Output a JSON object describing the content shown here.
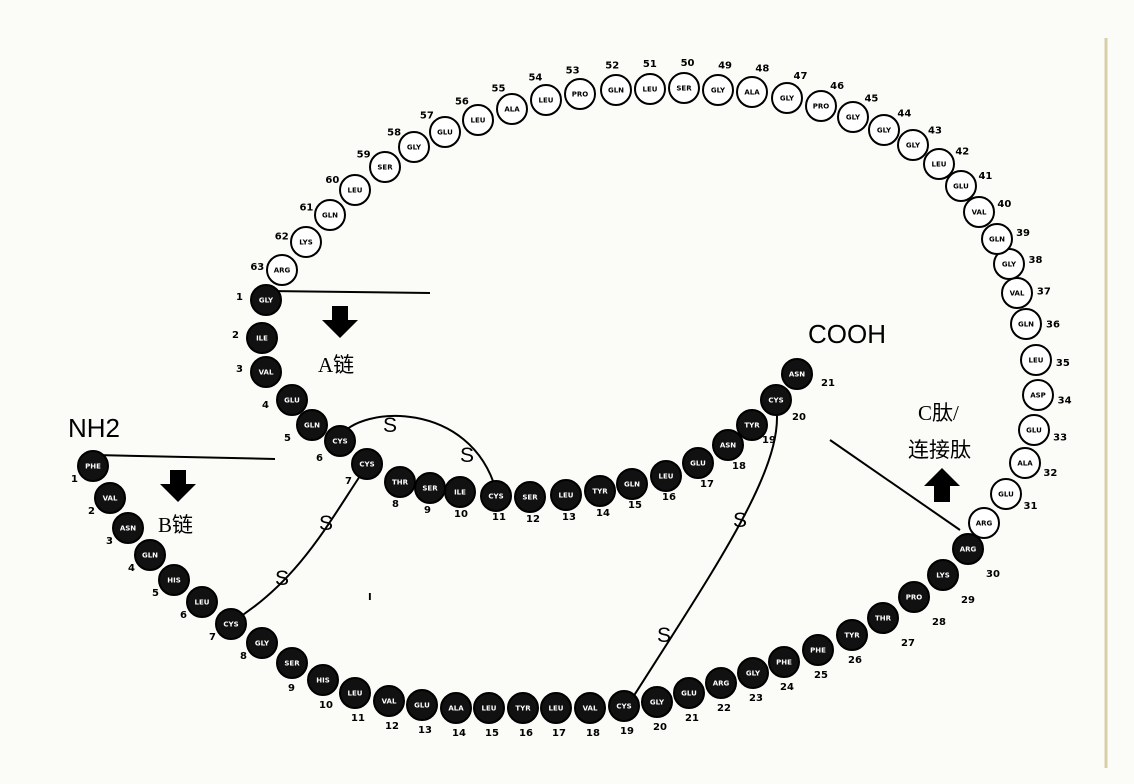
{
  "colors": {
    "dark_residue": "#111111",
    "light_residue": "#ffffff",
    "line": "#000000"
  },
  "labels": {
    "nh2": "NH2",
    "cooh": "COOH",
    "a_chain": "A链",
    "b_chain": "B链",
    "c_peptide_1": "C肽/",
    "c_peptide_2": "连接肽",
    "s": "S",
    "mark": "I"
  },
  "a_chain": [
    "GLY",
    "ILE",
    "VAL",
    "GLU",
    "GLN",
    "CYS",
    "CYS",
    "THR",
    "SER",
    "ILE",
    "CYS",
    "SER",
    "LEU",
    "TYR",
    "GLN",
    "LEU",
    "GLU",
    "ASN",
    "TYR",
    "CYS",
    "ASN"
  ],
  "b_chain": [
    "PHE",
    "VAL",
    "ASN",
    "GLN",
    "HIS",
    "LEU",
    "CYS",
    "GLY",
    "SER",
    "HIS",
    "LEU",
    "VAL",
    "GLU",
    "ALA",
    "LEU",
    "TYR",
    "LEU",
    "VAL",
    "CYS",
    "GLY",
    "GLU",
    "ARG",
    "GLY",
    "PHE",
    "PHE",
    "TYR",
    "THR",
    "PRO",
    "LYS",
    "ARG"
  ],
  "c_peptide": [
    "ARG",
    "GLU",
    "ALA",
    "GLU",
    "ASP",
    "LEU",
    "GLN",
    "VAL",
    "GLY",
    "GLN",
    "VAL",
    "GLU",
    "LEU",
    "GLY",
    "GLY",
    "GLY",
    "PRO",
    "GLY",
    "ALA",
    "GLY",
    "SER",
    "LEU",
    "GLN",
    "PRO",
    "LEU",
    "ALA",
    "LEU",
    "GLU",
    "GLY",
    "SER",
    "LEU",
    "GLN",
    "LYS",
    "ARG"
  ]
}
